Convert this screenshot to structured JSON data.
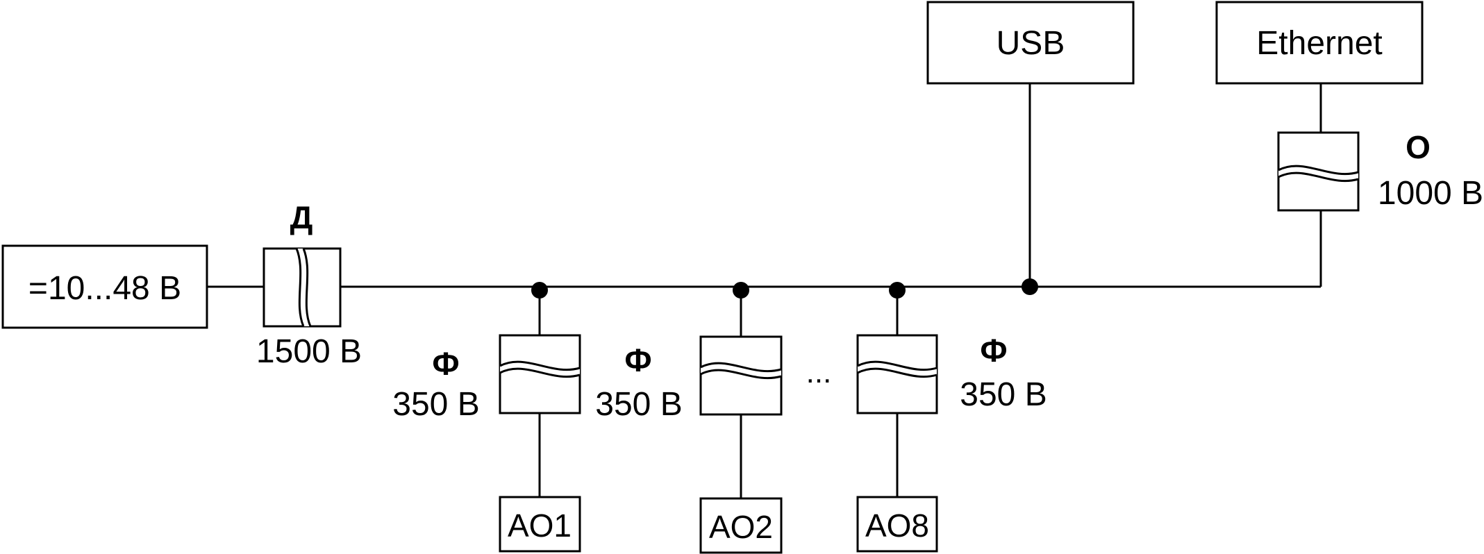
{
  "power_supply": {
    "label": "=10...48 В"
  },
  "usb": {
    "label": "USB"
  },
  "ethernet": {
    "label": "Ethernet"
  },
  "isolation_power": {
    "code": "Д",
    "voltage": "1500 В"
  },
  "isolation_ethernet": {
    "code": "О",
    "voltage": "1000 В"
  },
  "outputs": [
    {
      "label": "AO1",
      "code": "Ф",
      "voltage": "350 В"
    },
    {
      "label": "AO2",
      "code": "Ф",
      "voltage": "350 В"
    },
    {
      "label": "AO8",
      "code": "Ф",
      "voltage": "350 В"
    }
  ],
  "ellipsis": "..."
}
